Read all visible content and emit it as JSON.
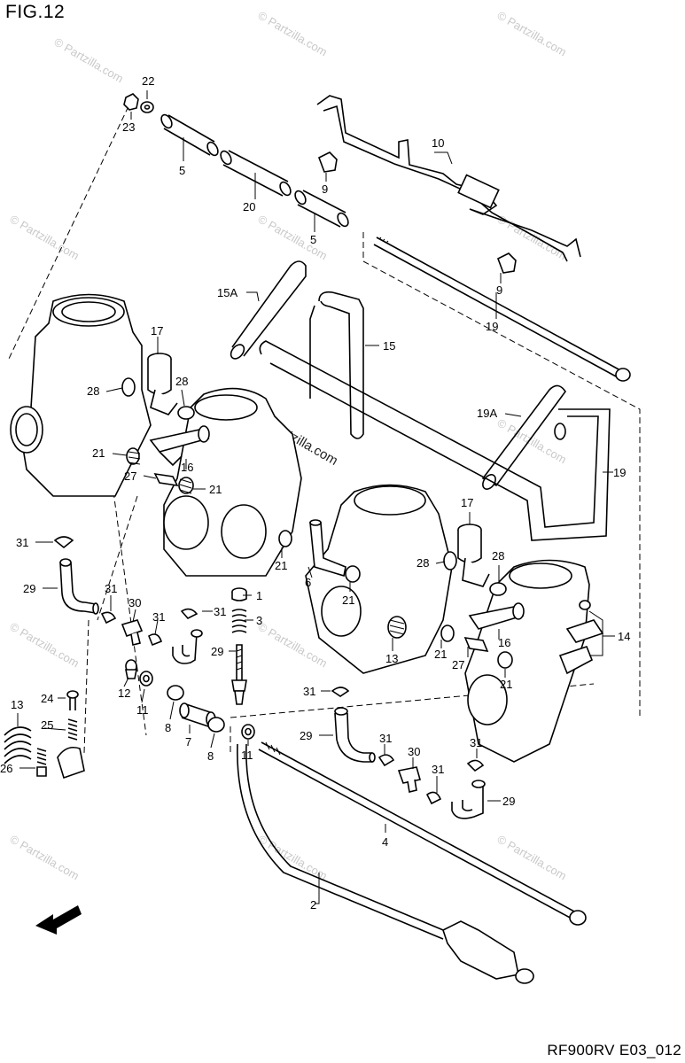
{
  "header": {
    "figure_title": "FIG.12"
  },
  "footer": {
    "drawing_code": "RF900RV E03_012"
  },
  "watermark": {
    "site_text": "© Partzilla.com"
  },
  "labels": {
    "l22": "22",
    "l23": "23",
    "l5a": "5",
    "l20": "20",
    "l5b": "5",
    "l10": "10",
    "l9a": "9",
    "l9b": "9",
    "l19a": "19",
    "l15A": "15A",
    "l15": "15",
    "l17a": "17",
    "l28a": "28",
    "l28b": "28",
    "l16a": "16",
    "l21a": "21",
    "l27a": "27",
    "l21b": "21",
    "l19A": "19A",
    "l19b": "19",
    "l17b": "17",
    "l28c": "28",
    "l28d": "28",
    "l6": "6",
    "l21c": "21",
    "l21d": "21",
    "l14": "14",
    "l16b": "16",
    "l21e": "21",
    "l27b": "27",
    "l21f": "21",
    "l13a": "13",
    "l31a": "31",
    "l29a": "29",
    "l31b": "31",
    "l30a": "30",
    "l31c": "31",
    "l31d": "31",
    "l1": "1",
    "l3": "3",
    "l29b": "29",
    "l12": "12",
    "l11a": "11",
    "l8a": "8",
    "l7": "7",
    "l8b": "8",
    "l13b": "13",
    "l24": "24",
    "l25": "25",
    "l26": "26",
    "l11b": "11",
    "l31e": "31",
    "l29c": "29",
    "l31f": "31",
    "l30b": "30",
    "l31g": "31",
    "l31h": "31",
    "l29d": "29",
    "l4": "4",
    "l2": "2"
  }
}
